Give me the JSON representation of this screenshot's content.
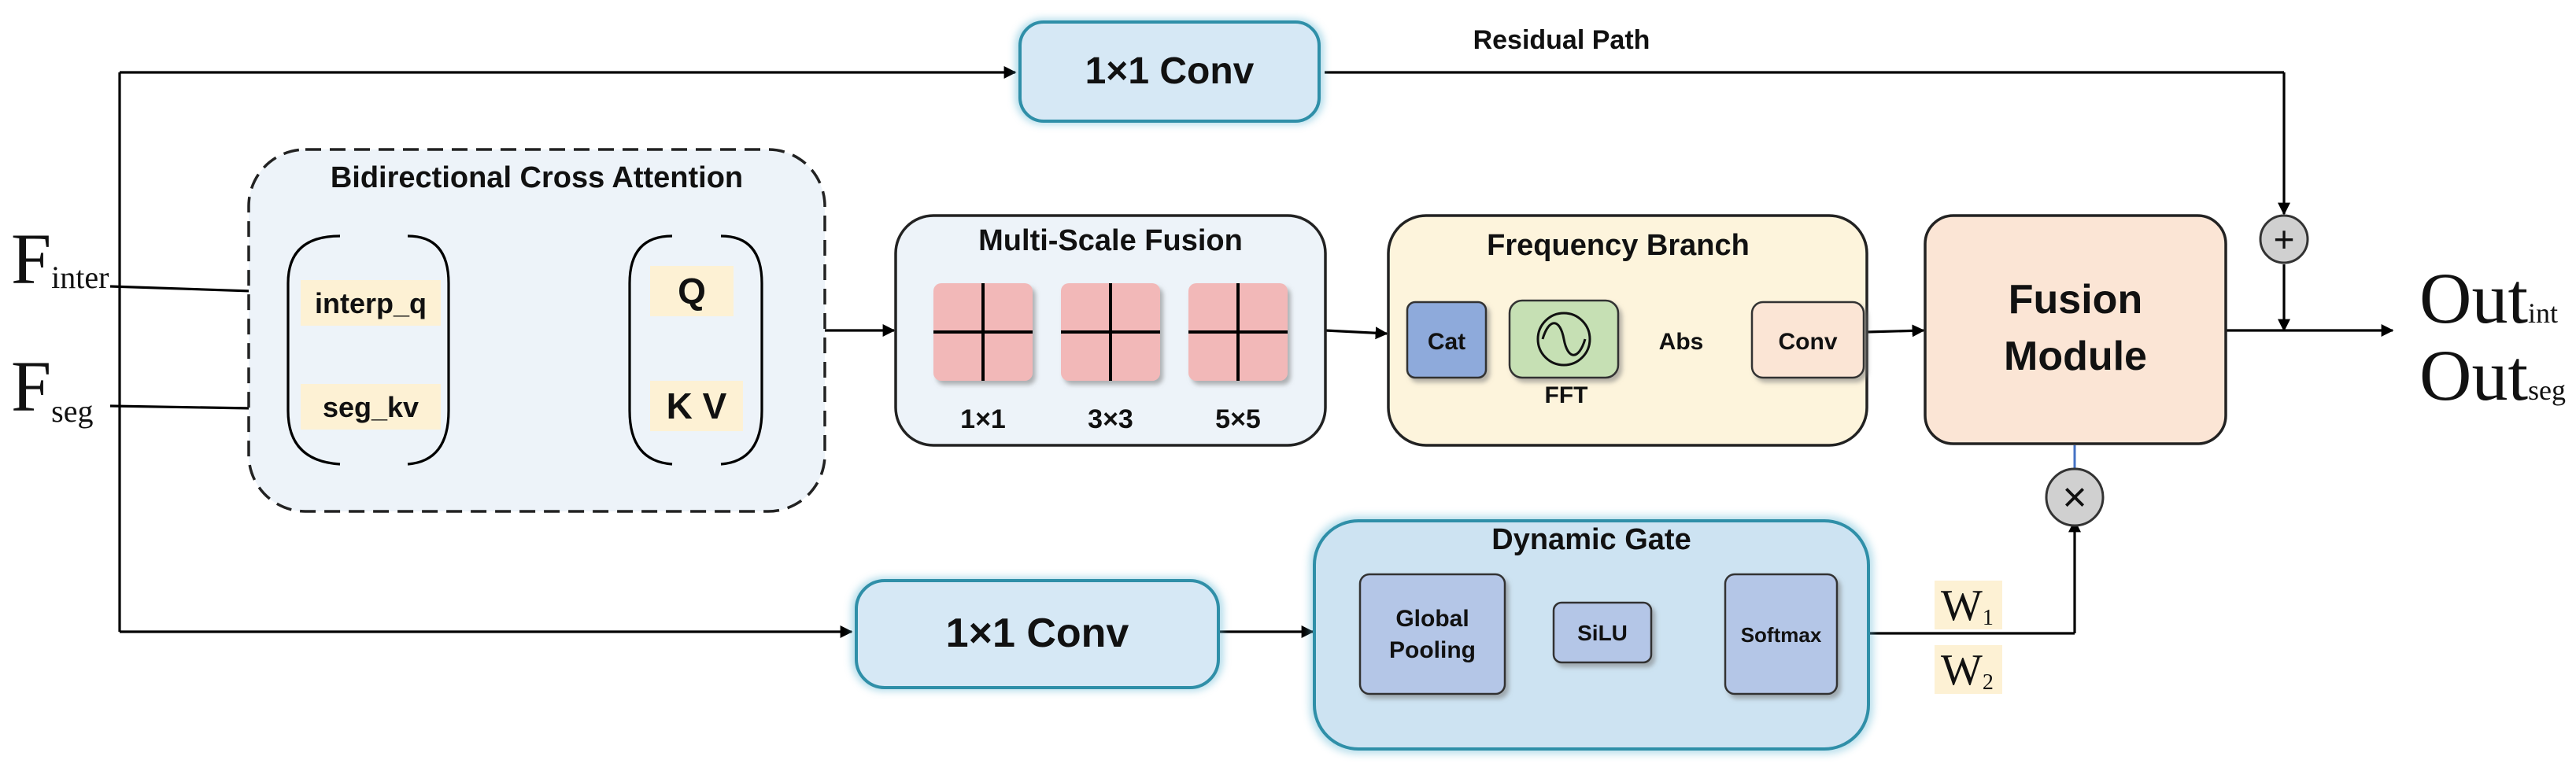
{
  "inputs": {
    "f_inter": {
      "base": "F",
      "sub": "inter"
    },
    "f_seg": {
      "base": "F",
      "sub": "seg"
    }
  },
  "residual": {
    "conv_label": "1×1 Conv",
    "path_label": "Residual Path"
  },
  "bca": {
    "title": "Bidirectional Cross Attention",
    "interp_q": "interp_q",
    "seg_kv": "seg_kv",
    "q": "Q",
    "kv": "K V"
  },
  "msf": {
    "title": "Multi-Scale Fusion",
    "scales": [
      "1×1",
      "3×3",
      "5×5"
    ]
  },
  "freq": {
    "title": "Frequency Branch",
    "cat": "Cat",
    "fft": "FFT",
    "abs": "Abs",
    "conv": "Conv"
  },
  "fusion": {
    "line1": "Fusion",
    "line2": "Module",
    "plus": "+",
    "times": "×"
  },
  "outputs": {
    "out_int": {
      "base": "Out",
      "sub": "int"
    },
    "out_seg": {
      "base": "Out",
      "sub": "seg"
    }
  },
  "gate_path": {
    "conv_label": "1×1 Conv"
  },
  "dynamic_gate": {
    "title": "Dynamic Gate",
    "global_pooling_1": "Global",
    "global_pooling_2": "Pooling",
    "silu": "SiLU",
    "softmax": "Softmax"
  },
  "weights": {
    "w1": {
      "base": "W",
      "sub": "1"
    },
    "w2": {
      "base": "W",
      "sub": "2"
    }
  },
  "colors": {
    "conv_fill": "#d6e8f5",
    "conv_stroke": "#2f8fa8",
    "bca_fill": "#edf3f9",
    "msf_fill": "#edf3f9",
    "freq_fill": "#fdf4dc",
    "fusion_fill": "#fbe5d5",
    "gate_fill": "#cde3f2",
    "kernel_fill": "#f2b8b8",
    "label_highlight": "#fdf1d4",
    "cat_fill": "#8eaadb",
    "fft_fill": "#c6e0b4",
    "gate_inner_fill": "#b4c6e7"
  }
}
